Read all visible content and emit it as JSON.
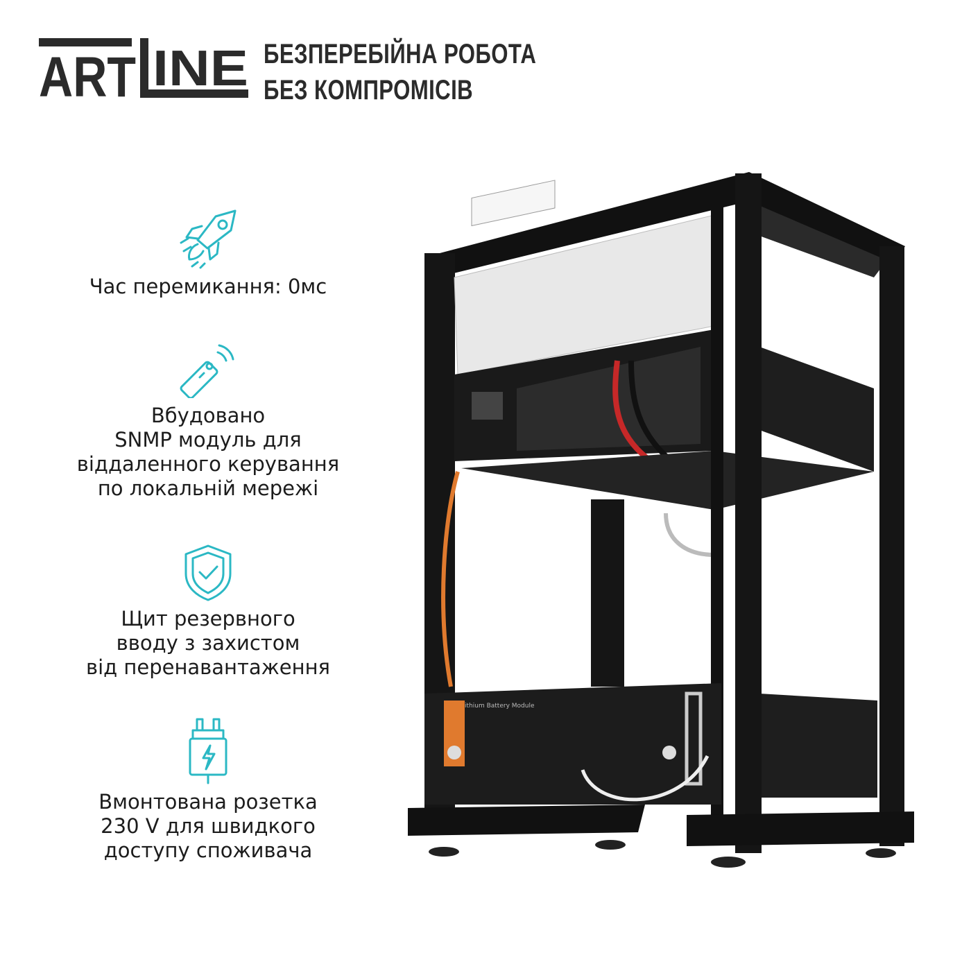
{
  "brand": {
    "logo_text": "ARTLINE"
  },
  "tagline": {
    "line1": "БЕЗПЕРЕБІЙНА РОБОТА",
    "line2": "БЕЗ КОМПРОМІСІВ"
  },
  "accent_color": "#2bb8c4",
  "features": [
    {
      "icon": "rocket-icon",
      "lines": [
        "Час перемикання: 0мс"
      ]
    },
    {
      "icon": "remote-control-icon",
      "lines": [
        "Вбудовано",
        "SNMP модуль для",
        "віддаленного керування",
        "по локальній мережі"
      ]
    },
    {
      "icon": "shield-check-icon",
      "lines": [
        "Щит резервного",
        "вводу з захистом",
        "від перенавантаження"
      ]
    },
    {
      "icon": "power-plug-icon",
      "lines": [
        "Вмонтована розетка",
        "230 V для швидкого",
        "доступу споживача"
      ]
    }
  ],
  "product_image": {
    "battery_label": "Lithium Battery Module"
  }
}
